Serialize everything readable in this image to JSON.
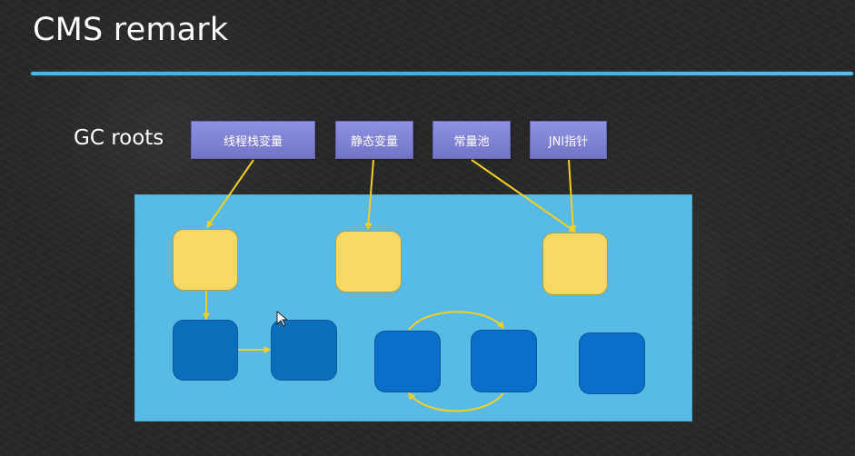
{
  "slide": {
    "title": "CMS remark"
  },
  "gc_roots": {
    "label": "GC roots",
    "items": [
      {
        "label": "线程栈变量"
      },
      {
        "label": "静态变量"
      },
      {
        "label": "常量池"
      },
      {
        "label": "JNI指针"
      }
    ]
  },
  "colors": {
    "background": "#262626",
    "title_rule": "#42b8ee",
    "root_box": "#7f82d6",
    "heap_panel": "#58bbe6",
    "root_object": "#f6d965",
    "heap_object": "#0a6ebb",
    "arrow": "#f2cf27"
  },
  "icons": {
    "cursor": "mouse-pointer-icon"
  }
}
